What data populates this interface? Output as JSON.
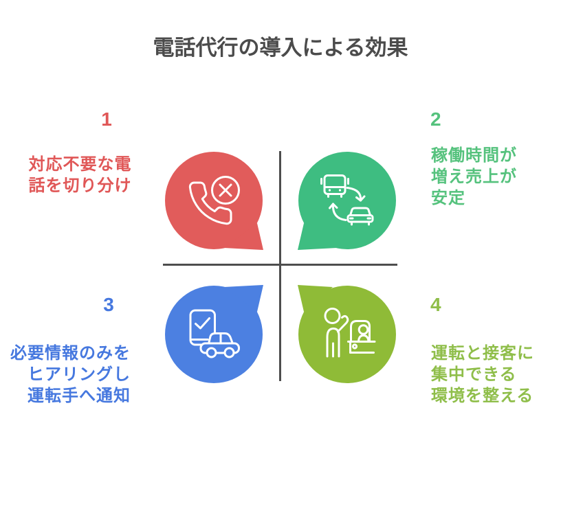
{
  "title": "電話代行の導入による効果",
  "title_color": "#4b4b4b",
  "divider_color": "#4d4d4d",
  "quadrants": [
    {
      "number": "1",
      "label_lines": [
        "対応不要な電",
        "話を切り分け"
      ],
      "color": "#e05757",
      "bubble_color": "#e15c5b",
      "icon": "phone-call-rejected"
    },
    {
      "number": "2",
      "label_lines": [
        "稼働時間が",
        "増え売上が",
        "安定"
      ],
      "color": "#55c27d",
      "bubble_color": "#3ebd81",
      "icon": "bus-car-cycle"
    },
    {
      "number": "3",
      "label_lines": [
        "必要情報のみを",
        "ヒアリングし",
        "運転手へ通知"
      ],
      "color": "#4678df",
      "bubble_color": "#4c80e1",
      "icon": "phone-check-and-car"
    },
    {
      "number": "4",
      "label_lines": [
        "運転と接客に",
        "集中できる",
        "環境を整える"
      ],
      "color": "#8fbe4a",
      "bubble_color": "#8fbb37",
      "icon": "passenger-hailing-driver"
    }
  ]
}
